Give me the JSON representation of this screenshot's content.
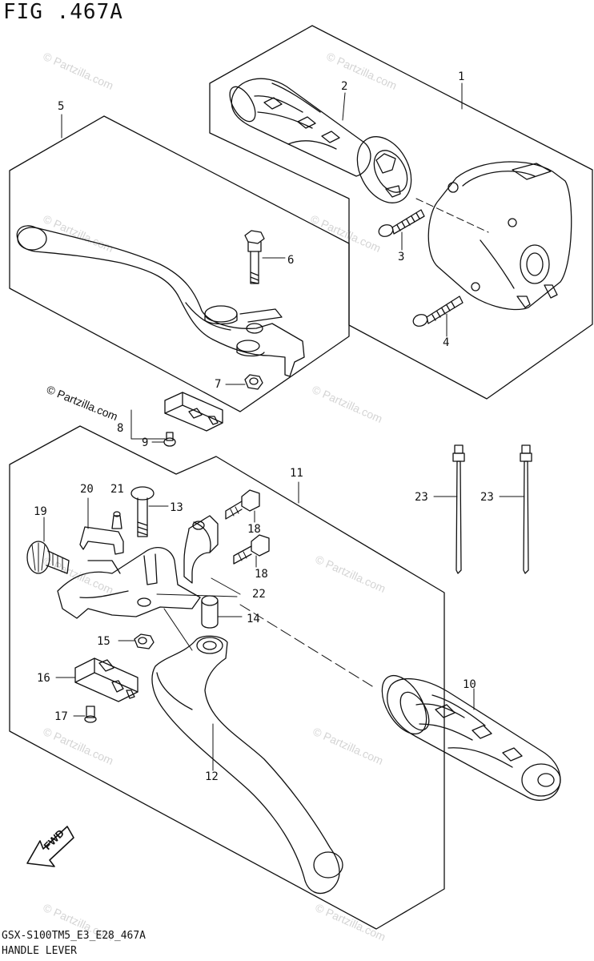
{
  "figure": {
    "title": "FIG .467A",
    "code": "GSX-S100TM5_E3_E28_467A",
    "subtitle": "HANDLE LEVER"
  },
  "watermark": {
    "text": "© Partzilla.com",
    "prominent_text": "© Partzilla.com"
  },
  "fwd_label": "FWD",
  "callouts": [
    "1",
    "2",
    "3",
    "4",
    "5",
    "6",
    "7",
    "8",
    "9",
    "10",
    "11",
    "12",
    "13",
    "14",
    "15",
    "16",
    "17",
    "18",
    "18",
    "19",
    "20",
    "21",
    "22",
    "23",
    "23"
  ]
}
